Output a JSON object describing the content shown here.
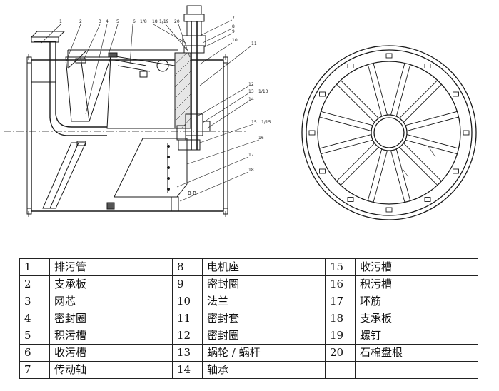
{
  "callouts": [
    "1",
    "2",
    "3",
    "4",
    "5",
    "6",
    "1/8",
    "18",
    "1/19",
    "20",
    "7",
    "8",
    "9",
    "10",
    "11",
    "12",
    "13",
    "1/13",
    "14",
    "15",
    "1/15",
    "16",
    "17",
    "18"
  ],
  "section_label": "B-B",
  "parts": [
    [
      {
        "no": "1",
        "name": "排污管"
      },
      {
        "no": "8",
        "name": "电机座"
      },
      {
        "no": "15",
        "name": "收污槽"
      }
    ],
    [
      {
        "no": "2",
        "name": "支承板"
      },
      {
        "no": "9",
        "name": "密封圈"
      },
      {
        "no": "16",
        "name": "积污槽"
      }
    ],
    [
      {
        "no": "3",
        "name": "网芯"
      },
      {
        "no": "10",
        "name": "法兰"
      },
      {
        "no": "17",
        "name": "环筋"
      }
    ],
    [
      {
        "no": "4",
        "name": "密封圈"
      },
      {
        "no": "11",
        "name": "密封套"
      },
      {
        "no": "18",
        "name": "支承板"
      }
    ],
    [
      {
        "no": "5",
        "name": "积污槽"
      },
      {
        "no": "12",
        "name": "密封圈"
      },
      {
        "no": "19",
        "name": "螺钉"
      }
    ],
    [
      {
        "no": "6",
        "name": "收污槽"
      },
      {
        "no": "13",
        "name": "蜗轮 / 蜗杆"
      },
      {
        "no": "20",
        "name": "石棉盘根"
      }
    ],
    [
      {
        "no": "7",
        "name": "传动轴"
      },
      {
        "no": "14",
        "name": "轴承"
      },
      {
        "no": "",
        "name": ""
      }
    ]
  ]
}
